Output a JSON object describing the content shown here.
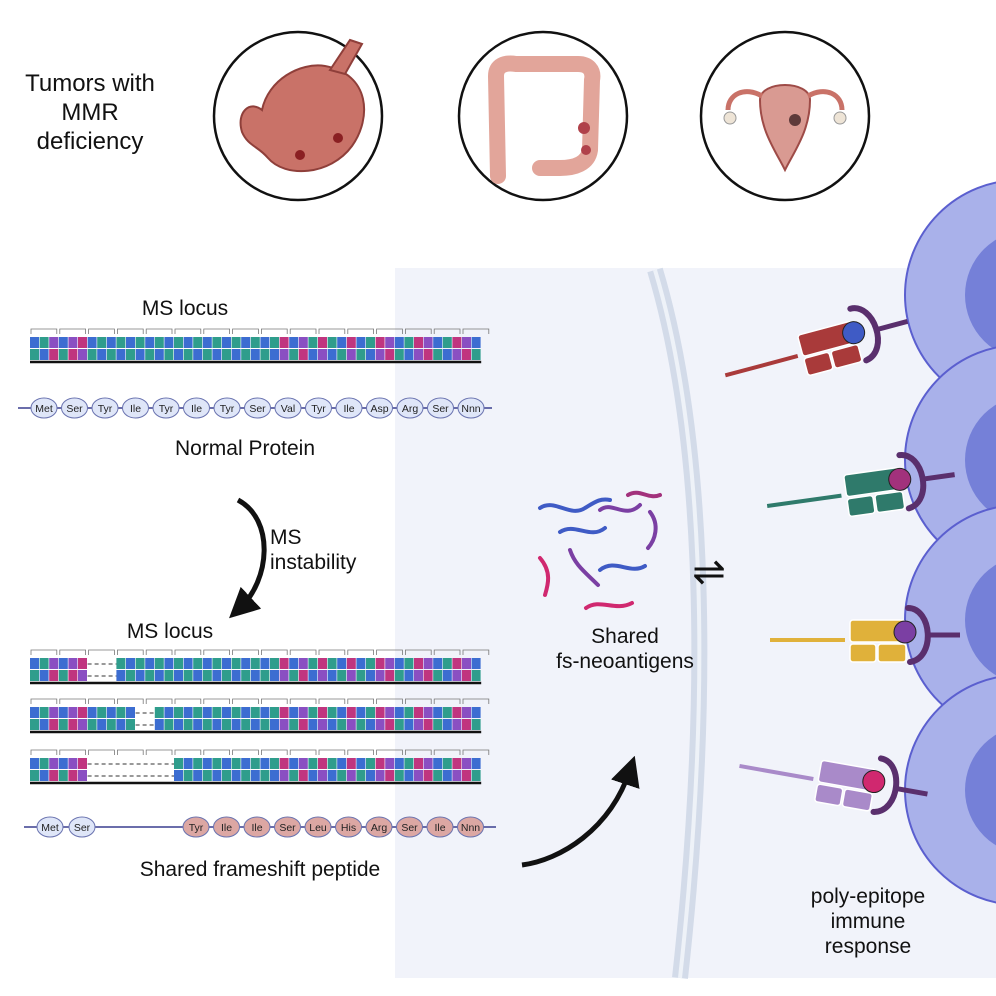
{
  "tumor_label": "Tumors with MMR deficiency",
  "tumor_label_lines": [
    "Tumors with",
    "MMR",
    "deficiency"
  ],
  "organs": [
    {
      "icon": "stomach-icon"
    },
    {
      "icon": "colon-icon"
    },
    {
      "icon": "uterus-icon"
    }
  ],
  "normal": {
    "locus_title": "MS locus",
    "top_strand": "ATGAGCATATATATATATATATATATCAGTCTACATCGATCGATCGA",
    "bottom_strand": "TACTCGTATATATATATATATATATAGTCAGATGTAGCTAGCTAGCT",
    "amino_acids": [
      "Met",
      "Ser",
      "Tyr",
      "Ile",
      "Tyr",
      "Ile",
      "Tyr",
      "Ser",
      "Val",
      "Tyr",
      "Ile",
      "Asp",
      "Arg",
      "Ser",
      "Nnn"
    ],
    "protein_label": "Normal Protein"
  },
  "instability_label": "MS instability",
  "instability_lines": [
    "MS",
    "instability"
  ],
  "mutant": {
    "locus_title": "MS locus",
    "amino_acids_before": [
      "Met",
      "Ser"
    ],
    "amino_acids_after": [
      "Tyr",
      "Ile",
      "Ile",
      "Ser",
      "Leu",
      "His",
      "Arg",
      "Ser",
      "Ile",
      "Nnn"
    ],
    "peptide_label": "Shared frameshift peptide"
  },
  "neoantigen_label": "Shared fs-neoantigens",
  "neoantigen_lines": [
    "Shared",
    "fs-neoantigens"
  ],
  "equilibrium_symbol": "⇌",
  "response_label": "poly-epitope immune response",
  "response_lines": [
    "poly-epitope",
    "immune",
    "response"
  ],
  "colors": {
    "nuc_A": "#3c6dd1",
    "nuc_T": "#2f9d8c",
    "nuc_G": "#8a4fc2",
    "nuc_C": "#c0357f",
    "normal_aa_fill": "#dfe6f8",
    "frameshift_aa_fill": "#dca7a3",
    "cell_fill": "#a9b1ea",
    "cell_nucleus": "#7580d8",
    "cell_stroke": "#5b5fcf",
    "tcr_colors": [
      "#a93a3a",
      "#2f7a6b",
      "#e0b13a",
      "#a98ac9"
    ],
    "peptide_colors": [
      "#3f5bc5",
      "#a2317c",
      "#7b3fa3",
      "#d0286f"
    ]
  }
}
